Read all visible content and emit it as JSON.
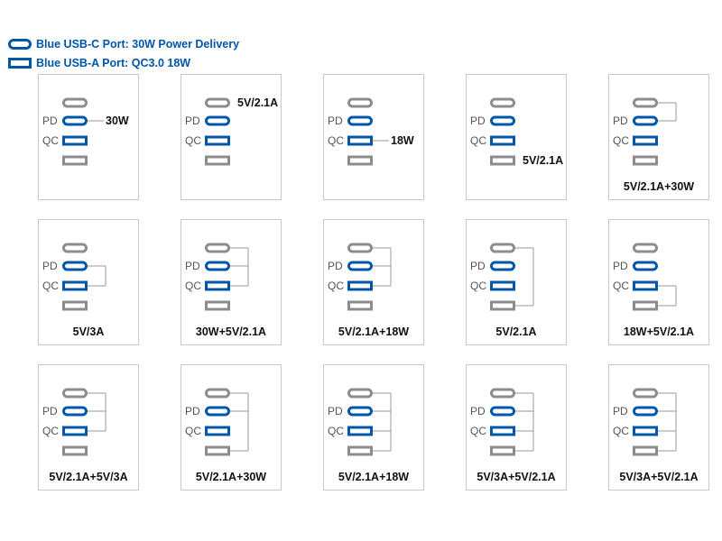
{
  "legend": {
    "usb_c": {
      "icon": "usb-c-port-icon",
      "text": "Blue USB-C Port: 30W Power Delivery"
    },
    "usb_a": {
      "icon": "usb-a-port-icon",
      "text": "Blue USB-A Port: QC3.0 18W"
    }
  },
  "port_labels": {
    "pd": "PD",
    "qc": "QC"
  },
  "colors": {
    "blue": "#0056a8",
    "gray": "#8c8c8c",
    "frame": "#c8c8c8",
    "line": "#9a9a9a",
    "text": "#111111"
  },
  "panels": [
    {
      "id": "pd-only",
      "ports": [
        "pd"
      ],
      "label": "30W",
      "label_mode": "side"
    },
    {
      "id": "c-only",
      "ports": [
        "c"
      ],
      "label": "5V/2.1A",
      "label_mode": "side"
    },
    {
      "id": "qc-only",
      "ports": [
        "qc"
      ],
      "label": "18W",
      "label_mode": "side"
    },
    {
      "id": "a-only",
      "ports": [
        "a"
      ],
      "label": "5V/2.1A",
      "label_mode": "side"
    },
    {
      "id": "c-pd",
      "ports": [
        "c",
        "pd"
      ],
      "label": "5V/2.1A+30W",
      "label_mode": "bottom"
    },
    {
      "id": "pd-qc",
      "ports": [
        "pd",
        "qc"
      ],
      "label": "5V/3A",
      "label_mode": "bottom"
    },
    {
      "id": "pd-qc-c",
      "ports": [
        "pd",
        "qc",
        "c"
      ],
      "label": "30W+5V/2.1A",
      "label_mode": "bottom"
    },
    {
      "id": "c-pd-qc",
      "ports": [
        "c",
        "pd",
        "qc"
      ],
      "label": "5V/2.1A+18W",
      "label_mode": "bottom"
    },
    {
      "id": "c-a",
      "ports": [
        "c",
        "a"
      ],
      "label": "5V/2.1A",
      "label_mode": "bottom"
    },
    {
      "id": "qc-a",
      "ports": [
        "qc",
        "a"
      ],
      "label": "18W+5V/2.1A",
      "label_mode": "bottom"
    },
    {
      "id": "c-pd-qc-b",
      "ports": [
        "c",
        "pd",
        "qc"
      ],
      "label": "5V/2.1A+5V/3A",
      "label_mode": "bottom"
    },
    {
      "id": "c-pd-a",
      "ports": [
        "c",
        "pd",
        "a"
      ],
      "label": "5V/2.1A+30W",
      "label_mode": "bottom"
    },
    {
      "id": "c-pd-qc-a",
      "ports": [
        "c",
        "pd",
        "qc",
        "a"
      ],
      "label": "5V/2.1A+18W",
      "label_mode": "bottom"
    },
    {
      "id": "c-pd-qc-a-b",
      "ports": [
        "c",
        "pd",
        "qc",
        "a"
      ],
      "label": "5V/3A+5V/2.1A",
      "label_mode": "bottom"
    },
    {
      "id": "c-pd-qc-a-c",
      "ports": [
        "c",
        "pd",
        "qc",
        "a"
      ],
      "label": "5V/3A+5V/2.1A",
      "label_mode": "bottom"
    }
  ]
}
